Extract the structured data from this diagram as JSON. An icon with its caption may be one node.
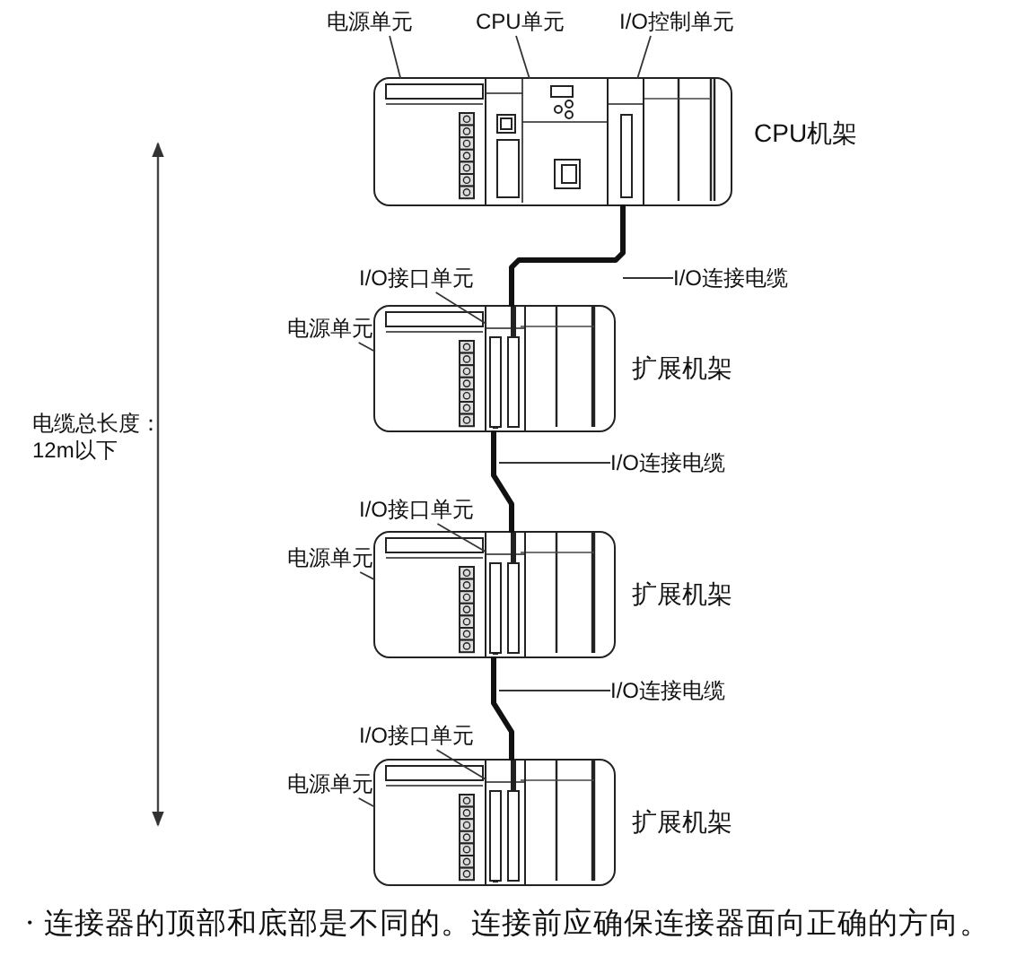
{
  "diagram": {
    "nodes": [
      {
        "text": [
          "电源单元"
        ]
      },
      {
        "text": [
          "CPU单元"
        ]
      },
      {
        "text": [
          "I/O控制单元"
        ]
      },
      {
        "text": [],
        "shape": "box",
        "beside": [
          "CPU机架"
        ]
      },
      {
        "text": [],
        "shape": "box",
        "in": 3
      },
      {
        "text": [],
        "shape": "box",
        "in": 3
      },
      {
        "text": [],
        "shape": "box",
        "in": 3
      },
      {
        "text": [
          "I/O连接电缆"
        ]
      },
      {
        "text": [
          "I/O接口单元"
        ]
      },
      {
        "text": [
          "电源单元"
        ]
      },
      {
        "text": [],
        "shape": "box",
        "beside": [
          "扩展机架"
        ]
      },
      {
        "text": [],
        "shape": "box",
        "in": 10
      },
      {
        "text": [],
        "shape": "box",
        "in": 10
      },
      {
        "text": [
          "I/O连接电缆"
        ]
      },
      {
        "text": [
          "I/O接口单元"
        ]
      },
      {
        "text": [
          "电源单元"
        ]
      },
      {
        "text": [],
        "shape": "box",
        "beside": [
          "扩展机架"
        ]
      },
      {
        "text": [],
        "shape": "box",
        "in": 16
      },
      {
        "text": [],
        "shape": "box",
        "in": 16
      },
      {
        "text": [
          "I/O连接电缆"
        ]
      },
      {
        "text": [
          "I/O接口单元"
        ]
      },
      {
        "text": [
          "电源单元"
        ]
      },
      {
        "text": [],
        "shape": "box",
        "beside": [
          "扩展机架"
        ]
      },
      {
        "text": [],
        "shape": "box",
        "in": 22
      },
      {
        "text": [],
        "shape": "box",
        "in": 22
      }
    ],
    "edges": [
      {
        "from": 0,
        "to": 4,
        "arrow": "none"
      },
      {
        "from": 1,
        "to": 5,
        "arrow": "none"
      },
      {
        "from": 2,
        "to": 6,
        "arrow": "none"
      },
      {
        "from": 6,
        "to": 12,
        "arrow": "none",
        "style": "thick"
      },
      {
        "from": 7,
        "to": null,
        "arrow": "none"
      },
      {
        "from": 8,
        "to": 12,
        "arrow": "none"
      },
      {
        "from": 9,
        "to": 11,
        "arrow": "none"
      },
      {
        "from": 12,
        "to": 18,
        "arrow": "none",
        "style": "thick"
      },
      {
        "from": 13,
        "to": null,
        "arrow": "none"
      },
      {
        "from": 14,
        "to": 18,
        "arrow": "none"
      },
      {
        "from": 15,
        "to": 17,
        "arrow": "none"
      },
      {
        "from": 18,
        "to": 24,
        "arrow": "none",
        "style": "thick"
      },
      {
        "from": 19,
        "to": null,
        "arrow": "none"
      },
      {
        "from": 20,
        "to": 24,
        "arrow": "none"
      },
      {
        "from": 21,
        "to": 23,
        "arrow": "none"
      }
    ],
    "labels": [
      "电缆总长度：12m以下",
      "· 连接器的顶部和底部是不同的。连接前应确保连接器面向正确的方向。"
    ]
  }
}
